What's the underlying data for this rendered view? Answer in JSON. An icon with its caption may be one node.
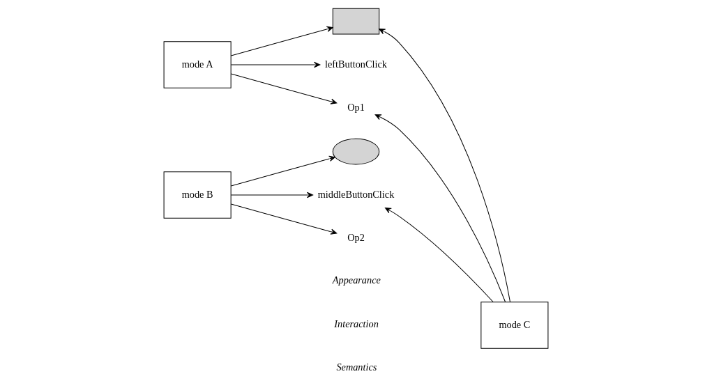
{
  "diagram": {
    "nodes": [
      {
        "text": [
          "mode A"
        ]
      },
      {
        "text": [
          "mode B"
        ]
      },
      {
        "text": [
          "mode C"
        ]
      },
      {
        "text": [],
        "shape": "box"
      },
      {
        "text": [],
        "shape": "ellipse"
      },
      {
        "text": [
          "leftButtonClick"
        ]
      },
      {
        "text": [
          "middleButtonClick"
        ]
      },
      {
        "text": [
          "Op1"
        ]
      },
      {
        "text": [
          "Op2"
        ]
      }
    ],
    "edges": [
      {
        "from": 0,
        "to": 3,
        "arrow": "to"
      },
      {
        "from": 0,
        "to": 5,
        "arrow": "to"
      },
      {
        "from": 0,
        "to": 7,
        "arrow": "to"
      },
      {
        "from": 1,
        "to": 4,
        "arrow": "to"
      },
      {
        "from": 1,
        "to": 6,
        "arrow": "to"
      },
      {
        "from": 1,
        "to": 8,
        "arrow": "to"
      },
      {
        "from": 2,
        "to": 3,
        "arrow": "to"
      },
      {
        "from": 2,
        "to": 6,
        "arrow": "to"
      },
      {
        "from": 2,
        "to": 7,
        "arrow": "to"
      }
    ],
    "labels": [
      "Appearance",
      "Interaction",
      "Semantics"
    ]
  }
}
